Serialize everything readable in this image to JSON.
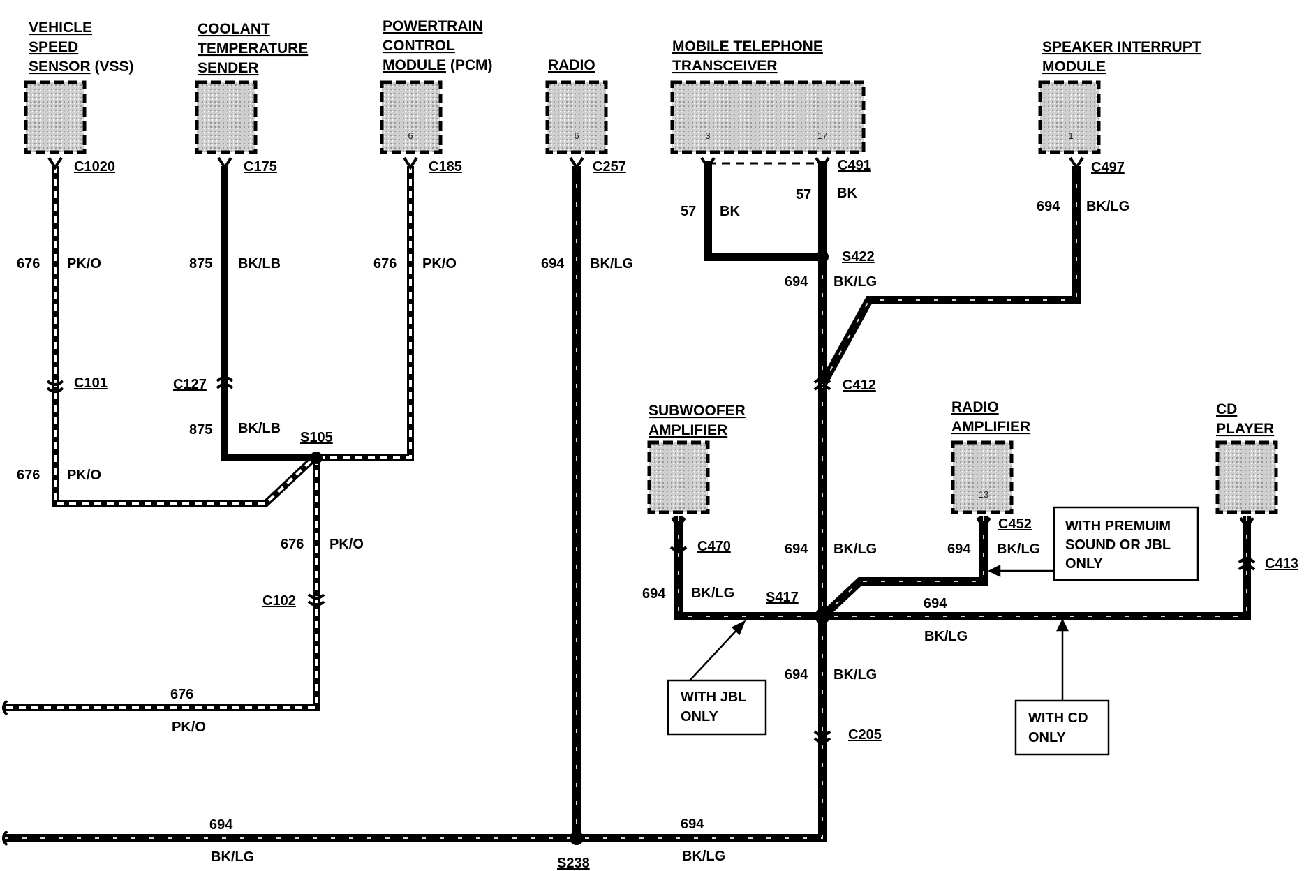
{
  "components": {
    "vss": {
      "lines": [
        "VEHICLE",
        "SPEED",
        "SENSOR"
      ],
      "suffix": " (VSS)",
      "connector": "C1020"
    },
    "coolant": {
      "lines": [
        "COOLANT",
        "TEMPERATURE",
        "SENDER"
      ],
      "connector": "C175"
    },
    "pcm": {
      "lines": [
        "POWERTRAIN",
        "CONTROL",
        "MODULE"
      ],
      "suffix": " (PCM)",
      "pin": "6",
      "connector": "C185"
    },
    "radio": {
      "lines": [
        "RADIO"
      ],
      "pin": "6",
      "connector": "C257"
    },
    "telephone": {
      "lines": [
        "MOBILE TELEPHONE",
        "TRANSCEIVER"
      ],
      "pin_left": "3",
      "pin_right": "17",
      "connector": "C491"
    },
    "speaker_interrupt": {
      "lines": [
        "SPEAKER INTERRUPT",
        "MODULE"
      ],
      "pin": "1",
      "connector": "C497"
    },
    "subwoofer": {
      "lines": [
        "SUBWOOFER",
        "AMPLIFIER"
      ],
      "connector": "C470"
    },
    "radio_amp": {
      "lines": [
        "RADIO",
        "AMPLIFIER"
      ],
      "pin": "13",
      "connector": "C452"
    },
    "cd_player": {
      "lines": [
        "CD",
        "PLAYER"
      ],
      "connector": "C413"
    }
  },
  "inline_connectors": {
    "c101": "C101",
    "c127": "C127",
    "c102": "C102",
    "c412": "C412",
    "c205": "C205"
  },
  "splices": {
    "s105": "S105",
    "s422": "S422",
    "s417": "S417",
    "s238": "S238"
  },
  "wire_labels": {
    "vss_top": {
      "circuit": "676",
      "color": "PK/O"
    },
    "vss_bottom": {
      "circuit": "676",
      "color": "PK/O"
    },
    "coolant_top": {
      "circuit": "875",
      "color": "BK/LB"
    },
    "coolant_bottom": {
      "circuit": "875",
      "color": "BK/LB"
    },
    "pcm": {
      "circuit": "676",
      "color": "PK/O"
    },
    "s105_down": {
      "circuit": "676",
      "color": "PK/O"
    },
    "bottom_left_pko": {
      "circuit": "676",
      "color": "PK/O"
    },
    "radio": {
      "circuit": "694",
      "color": "BK/LG"
    },
    "tel_left": {
      "circuit": "57",
      "color": "BK"
    },
    "tel_right": {
      "circuit": "57",
      "color": "BK"
    },
    "s422_down": {
      "circuit": "694",
      "color": "BK/LG"
    },
    "speaker": {
      "circuit": "694",
      "color": "BK/LG"
    },
    "main_mid": {
      "circuit": "694",
      "color": "BK/LG"
    },
    "subwoofer": {
      "circuit": "694",
      "color": "BK/LG"
    },
    "radio_amp": {
      "circuit": "694",
      "color": "BK/LG"
    },
    "cd_branch": {
      "circuit": "694",
      "color": "BK/LG"
    },
    "main_lower": {
      "circuit": "694",
      "color": "BK/LG"
    },
    "bottom_left_bklg": {
      "circuit": "694",
      "color": "BK/LG"
    },
    "bottom_right_bklg": {
      "circuit": "694",
      "color": "BK/LG"
    }
  },
  "notes": {
    "premium": [
      "WITH PREMUIM",
      "SOUND OR JBL",
      "ONLY"
    ],
    "jbl": [
      "WITH JBL",
      "ONLY"
    ],
    "cd": [
      "WITH CD",
      "ONLY"
    ]
  }
}
